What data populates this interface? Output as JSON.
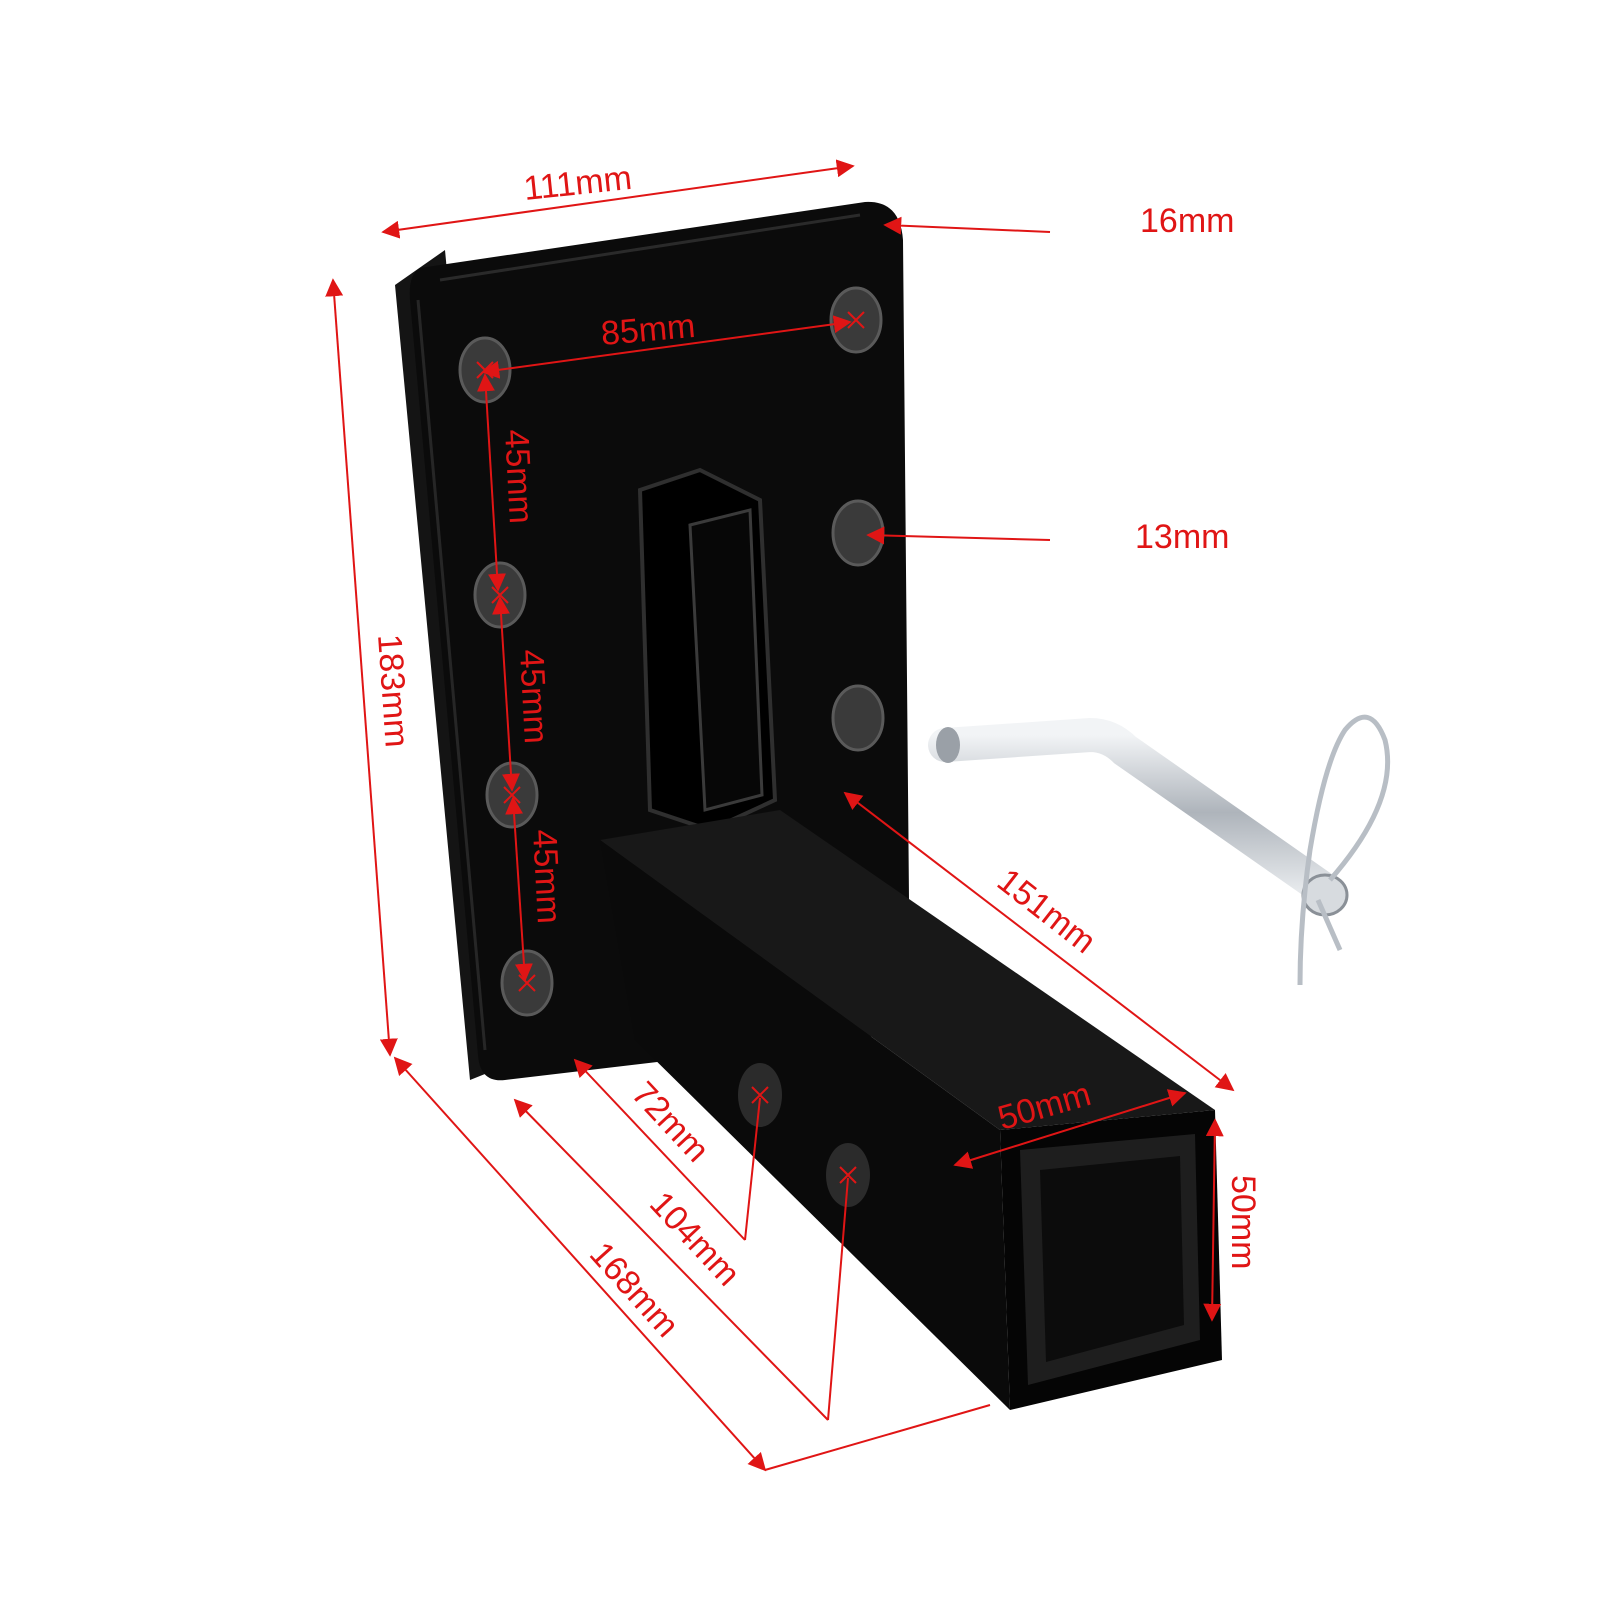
{
  "labels": {
    "plate_width": "111mm",
    "plate_thickness": "16mm",
    "hole_spacing_horizontal": "85mm",
    "hole_spacing_v1": "45mm",
    "hole_spacing_v2": "45mm",
    "hole_spacing_v3": "45mm",
    "hole_diameter": "13mm",
    "plate_height": "183mm",
    "receiver_length": "151mm",
    "receiver_width": "50mm",
    "receiver_height": "50mm",
    "pin_hole_1_distance": "72mm",
    "pin_hole_2_distance": "104mm",
    "overall_depth": "168mm"
  },
  "colors": {
    "dimension": "#e01515",
    "steel": "#0b0b0b",
    "pin": "#c9ced4"
  }
}
